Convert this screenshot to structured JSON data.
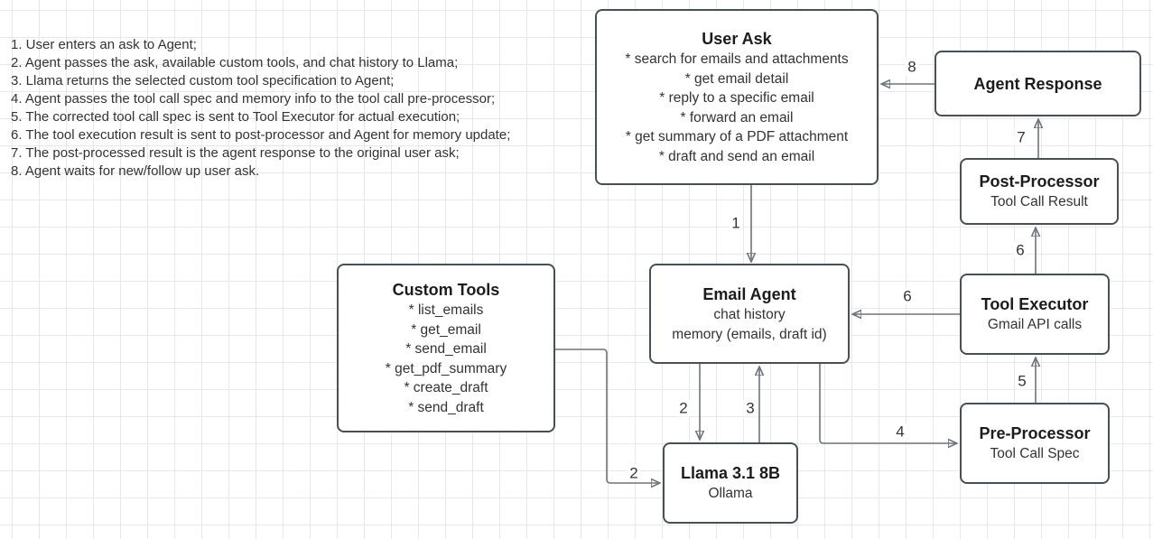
{
  "notes": {
    "items": [
      "1. User enters an ask to Agent;",
      "2. Agent passes the ask, available custom tools, and chat history to Llama;",
      "3. Llama returns the selected custom tool specification to Agent;",
      "4. Agent passes the tool call spec and memory info to the tool call pre-processor;",
      "5. The corrected tool call spec is sent to Tool Executor for actual execution;",
      "6. The tool execution result is sent to post-processor and Agent for memory update;",
      "7. The post-processed result is the agent response to the original user ask;",
      "8. Agent waits for new/follow up user ask."
    ]
  },
  "boxes": {
    "user_ask": {
      "title": "User Ask",
      "lines": [
        "* search for emails and attachments",
        "* get email detail",
        "* reply to a specific email",
        "* forward an email",
        "* get summary of a PDF attachment",
        "* draft and send an email"
      ]
    },
    "agent_response": {
      "title": "Agent Response"
    },
    "post_processor": {
      "title": "Post-Processor",
      "subtitle": "Tool Call Result"
    },
    "tool_executor": {
      "title": "Tool Executor",
      "subtitle": "Gmail API calls"
    },
    "pre_processor": {
      "title": "Pre-Processor",
      "subtitle": "Tool Call Spec"
    },
    "custom_tools": {
      "title": "Custom Tools",
      "lines": [
        "* list_emails",
        "* get_email",
        "* send_email",
        "* get_pdf_summary",
        "* create_draft",
        "* send_draft"
      ]
    },
    "email_agent": {
      "title": "Email Agent",
      "lines": [
        "chat history",
        "memory (emails, draft id)"
      ]
    },
    "llama": {
      "title": "Llama 3.1 8B",
      "subtitle": "Ollama"
    }
  },
  "arrow_labels": {
    "step1": "1",
    "step2_agent_to_llama": "2",
    "step2_tools_to_llama": "2",
    "step3": "3",
    "step4": "4",
    "step5": "5",
    "step6_to_post_processor": "6",
    "step6_to_agent": "6",
    "step7": "7",
    "step8": "8"
  },
  "colors": {
    "background": "#ffffff",
    "grid": "#e8e8e8",
    "box_border": "#484f57",
    "connector": "#6f757b",
    "arrowhead": "#40464c",
    "text": "#333333"
  }
}
